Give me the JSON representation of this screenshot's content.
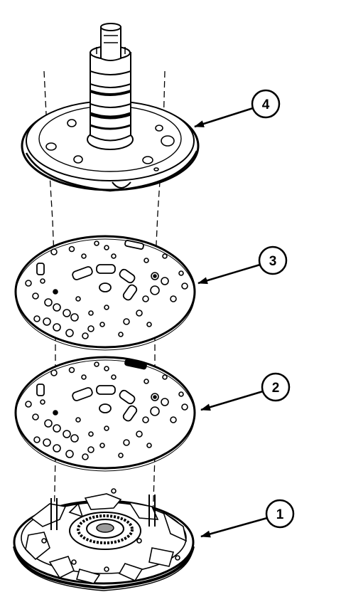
{
  "callouts": [
    {
      "id": "callout-4",
      "label": "4"
    },
    {
      "id": "callout-3",
      "label": "3"
    },
    {
      "id": "callout-2",
      "label": "2"
    },
    {
      "id": "callout-1",
      "label": "1"
    }
  ],
  "colors": {
    "ink": "#000000",
    "paper": "#ffffff",
    "shade": "#9a9a9a"
  }
}
